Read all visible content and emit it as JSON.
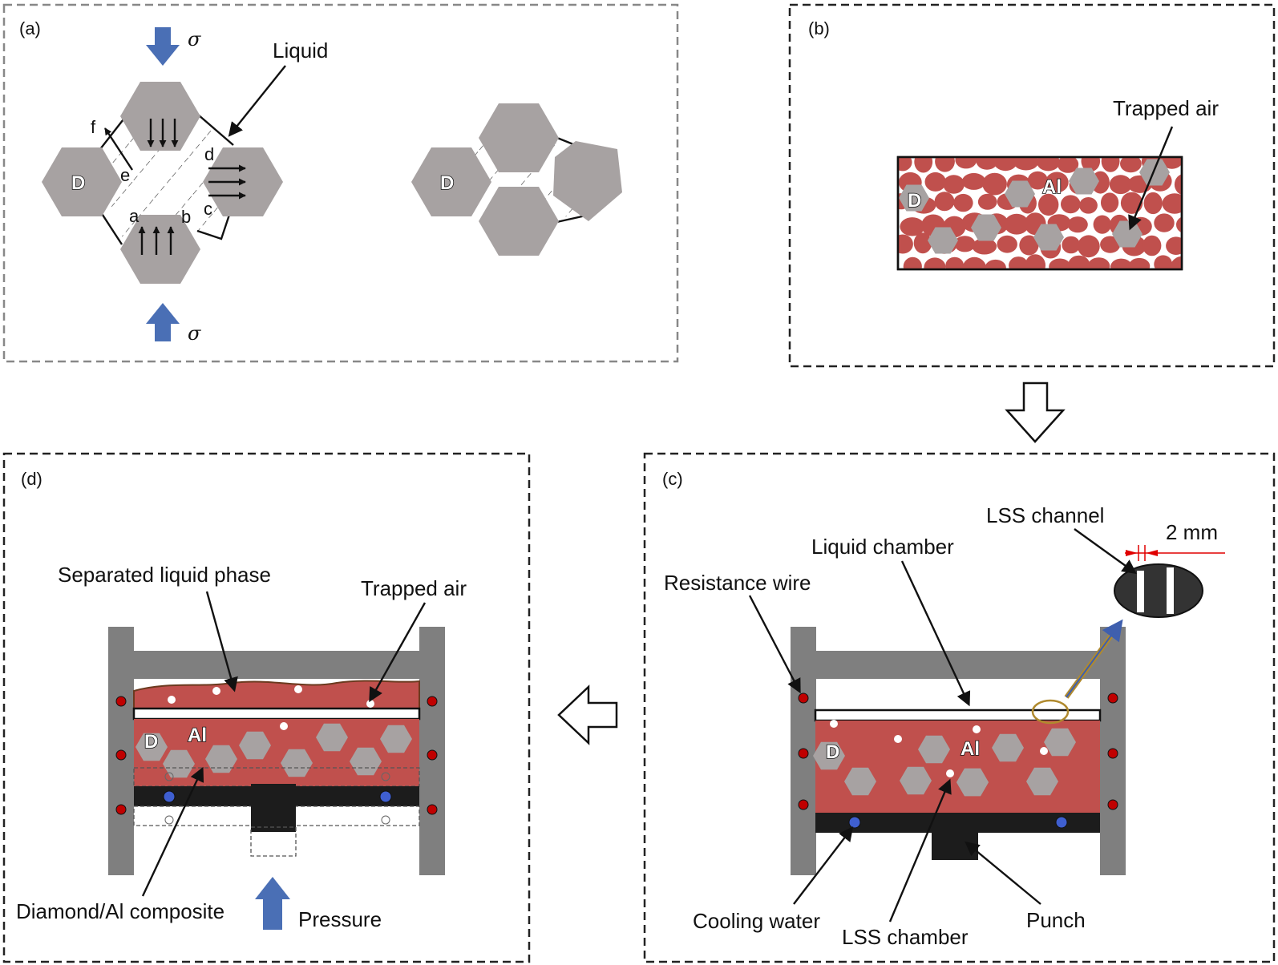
{
  "panels": {
    "a": {
      "tag": "(a)",
      "sigma_top": "σ",
      "sigma_bottom": "σ",
      "liquid": "Liquid",
      "d_label_left": "D",
      "d_label_right": "D",
      "points": {
        "a": "a",
        "b": "b",
        "c": "c",
        "d": "d",
        "e": "e",
        "f": "f"
      }
    },
    "b": {
      "tag": "(b)",
      "trapped_air": "Trapped air",
      "al": "Al",
      "d": "D"
    },
    "c": {
      "tag": "(c)",
      "lss_channel": "LSS channel",
      "dimension": "2 mm",
      "liquid_chamber": "Liquid chamber",
      "resistance_wire": "Resistance wire",
      "d": "D",
      "al": "Al",
      "cooling_water": "Cooling water",
      "lss_chamber": "LSS chamber",
      "punch": "Punch"
    },
    "d": {
      "tag": "(d)",
      "separated_liquid_phase": "Separated liquid phase",
      "trapped_air": "Trapped air",
      "d": "D",
      "al": "Al",
      "diamond_al_composite": "Diamond/Al composite",
      "pressure": "Pressure"
    }
  },
  "colors": {
    "diamond": "#a7a2a2",
    "aluminum_melt": "#c0504d",
    "die_frame": "#7f7f7f",
    "pressure_arrow": "#4a6fb5",
    "heater_dot": "#c00000",
    "cooling_dot": "#3f5fd0",
    "channel_arrow": "#b08a2e"
  },
  "icons": [
    "pressure-arrow-icon",
    "flow-arrow-icon",
    "hollow-arrow-icon"
  ]
}
